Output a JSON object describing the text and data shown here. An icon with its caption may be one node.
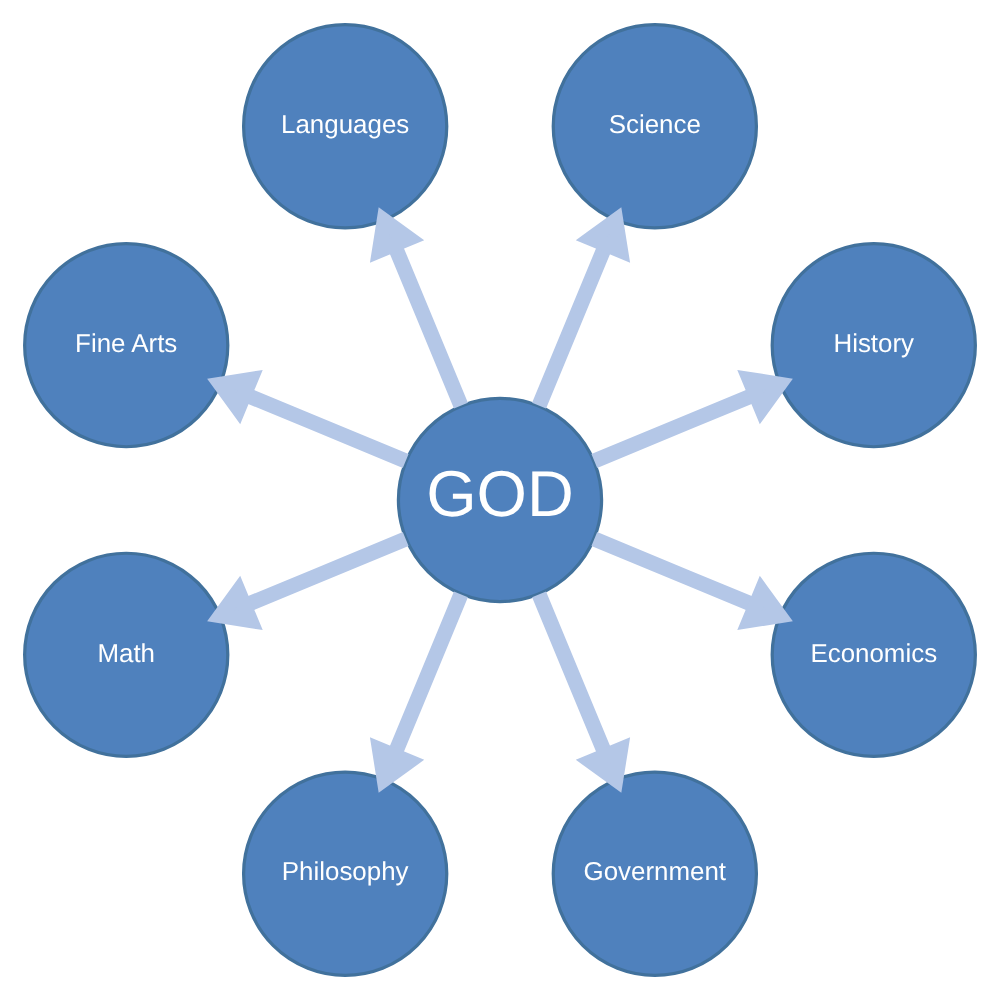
{
  "diagram": {
    "nodes": [
      {
        "text": [
          "GOD"
        ]
      },
      {
        "text": [
          "History"
        ]
      },
      {
        "text": [
          "Science"
        ]
      },
      {
        "text": [
          "Languages"
        ]
      },
      {
        "text": [
          "Fine Arts"
        ]
      },
      {
        "text": [
          "Math"
        ]
      },
      {
        "text": [
          "Philosophy"
        ]
      },
      {
        "text": [
          "Government"
        ]
      },
      {
        "text": [
          "Economics"
        ]
      }
    ],
    "edges": [
      {
        "from": 0,
        "to": 1,
        "arrow": "to"
      },
      {
        "from": 0,
        "to": 2,
        "arrow": "to"
      },
      {
        "from": 0,
        "to": 3,
        "arrow": "to"
      },
      {
        "from": 0,
        "to": 4,
        "arrow": "to"
      },
      {
        "from": 0,
        "to": 5,
        "arrow": "to"
      },
      {
        "from": 0,
        "to": 6,
        "arrow": "to"
      },
      {
        "from": 0,
        "to": 7,
        "arrow": "to"
      },
      {
        "from": 0,
        "to": 8,
        "arrow": "to"
      }
    ]
  }
}
